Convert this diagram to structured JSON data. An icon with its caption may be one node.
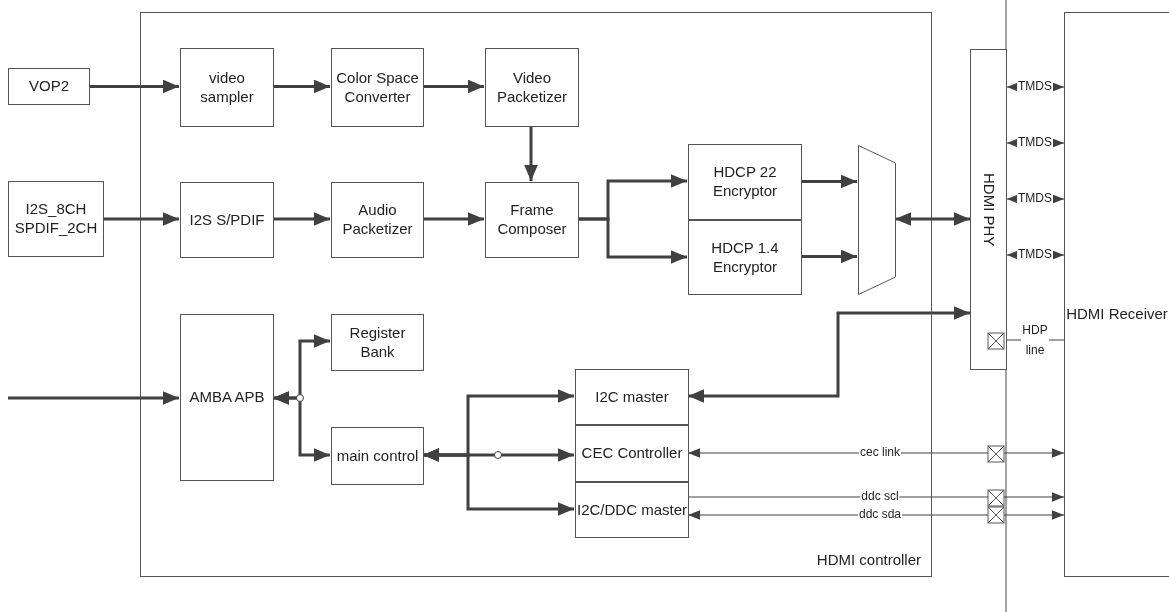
{
  "diagram": {
    "nodes": [
      {
        "text": [
          "VOP2"
        ]
      },
      {
        "text": [
          "I2S_8CH SPDIF_2CH"
        ]
      },
      {
        "text": [
          "HDMI controller"
        ]
      },
      {
        "text": [
          "video sampler"
        ],
        "in": 2
      },
      {
        "text": [
          "Color Space Converter"
        ],
        "in": 2
      },
      {
        "text": [
          "Video Packetizer"
        ],
        "in": 2
      },
      {
        "text": [
          "I2S S/PDIF"
        ],
        "in": 2
      },
      {
        "text": [
          "Audio Packetizer"
        ],
        "in": 2
      },
      {
        "text": [
          "Frame Composer"
        ],
        "in": 2
      },
      {
        "text": [
          "HDCP 22 Encryptor"
        ],
        "in": 2
      },
      {
        "text": [
          "HDCP 1.4 Encryptor"
        ],
        "in": 2
      },
      {
        "text": [],
        "shape": "trapezoid",
        "in": 2
      },
      {
        "text": [
          "AMBA APB"
        ],
        "in": 2
      },
      {
        "text": [
          "Register Bank"
        ],
        "in": 2
      },
      {
        "text": [
          "main control"
        ],
        "in": 2
      },
      {
        "text": [
          "I2C master"
        ],
        "in": 2
      },
      {
        "text": [
          "CEC Controller"
        ],
        "in": 2
      },
      {
        "text": [
          "I2C/DDC master"
        ],
        "in": 2
      },
      {
        "text": [
          "HDMI PHY"
        ]
      },
      {
        "text": [
          "HDMI Receiver"
        ]
      }
    ],
    "edges": [
      {
        "from": 0,
        "to": 3,
        "arrow": "to"
      },
      {
        "from": 3,
        "to": 4,
        "arrow": "to"
      },
      {
        "from": 4,
        "to": 5,
        "arrow": "to"
      },
      {
        "from": 5,
        "to": 8,
        "arrow": "to"
      },
      {
        "from": 1,
        "to": 6,
        "arrow": "to"
      },
      {
        "from": 6,
        "to": 7,
        "arrow": "to"
      },
      {
        "from": 7,
        "to": 8,
        "arrow": "to"
      },
      {
        "from": 8,
        "to": 9,
        "arrow": "to"
      },
      {
        "from": 8,
        "to": 10,
        "arrow": "to"
      },
      {
        "from": 9,
        "to": 11,
        "arrow": "to"
      },
      {
        "from": 10,
        "to": 11,
        "arrow": "to"
      },
      {
        "from": 11,
        "to": 18,
        "arrow": "both"
      },
      {
        "from": null,
        "to": 12,
        "arrow": "to"
      },
      {
        "from": 12,
        "to": 13,
        "arrow": "both"
      },
      {
        "from": 12,
        "to": 14,
        "arrow": "both"
      },
      {
        "from": 14,
        "to": 15,
        "arrow": "both"
      },
      {
        "from": 14,
        "to": 16,
        "arrow": "both"
      },
      {
        "from": 14,
        "to": 17,
        "arrow": "both"
      },
      {
        "from": 15,
        "to": 18,
        "arrow": "both"
      },
      {
        "from": 18,
        "to": 19,
        "arrow": "both",
        "label": "TMDS"
      },
      {
        "from": 18,
        "to": 19,
        "arrow": "both",
        "label": "TMDS"
      },
      {
        "from": 18,
        "to": 19,
        "arrow": "both",
        "label": "TMDS"
      },
      {
        "from": 18,
        "to": 19,
        "arrow": "both",
        "label": "TMDS"
      },
      {
        "from": 18,
        "to": 19,
        "arrow": "none",
        "label": "HDP line"
      },
      {
        "from": 16,
        "to": 19,
        "arrow": "both",
        "label": "cec link"
      },
      {
        "from": 17,
        "to": 19,
        "arrow": "to",
        "label": "ddc scl"
      },
      {
        "from": 17,
        "to": 19,
        "arrow": "both",
        "label": "ddc sda"
      }
    ]
  }
}
